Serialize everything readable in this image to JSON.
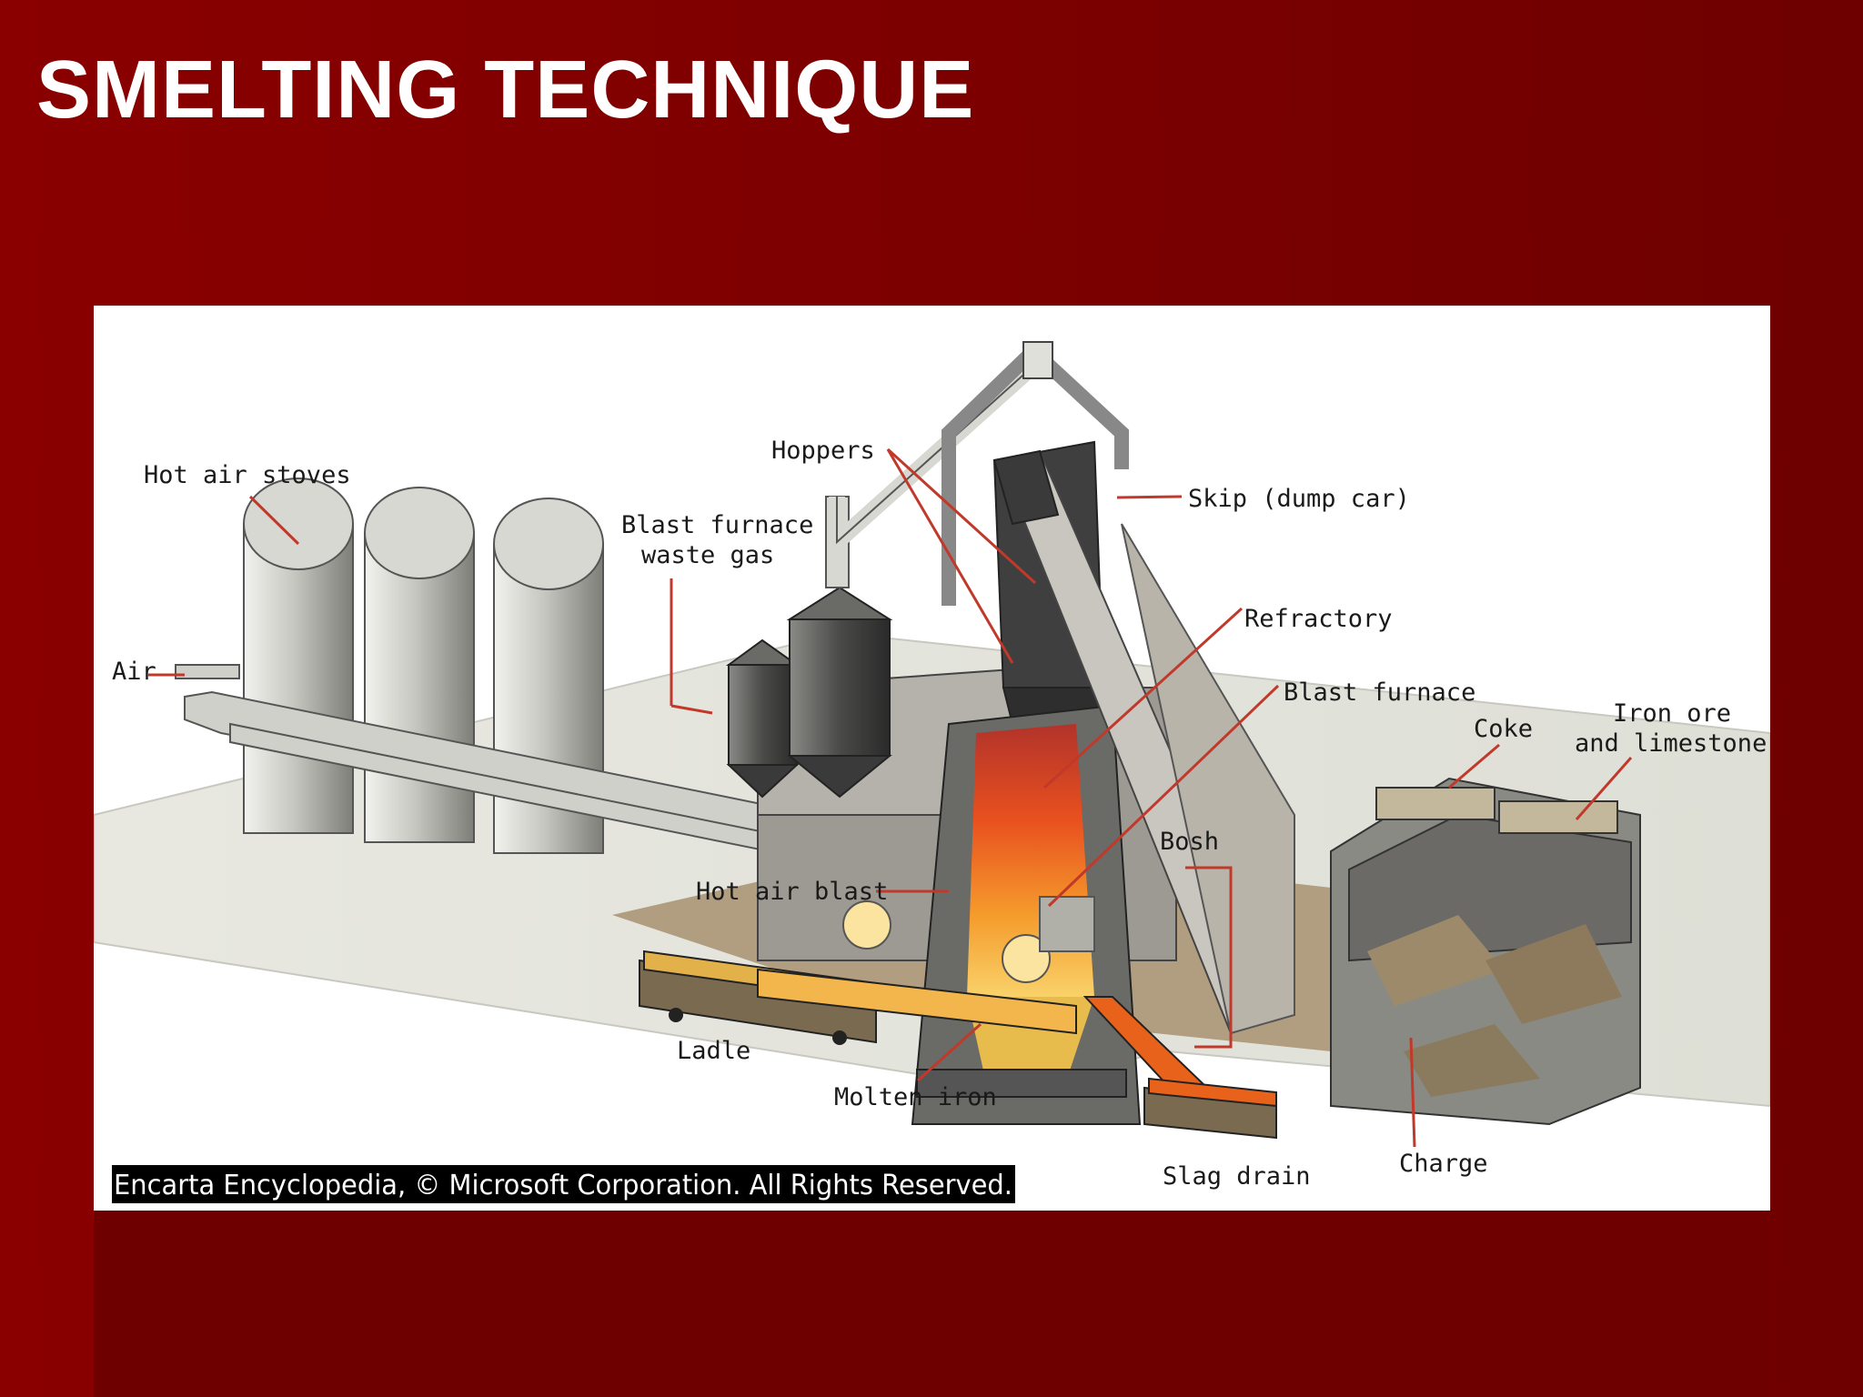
{
  "slide": {
    "title": "SMELTING TECHNIQUE"
  },
  "diagram": {
    "labels": {
      "hot_air_stoves": "Hot air stoves",
      "air": "Air",
      "waste_gas_1": "Blast furnace",
      "waste_gas_2": "waste gas",
      "hoppers": "Hoppers",
      "skip": "Skip (dump car)",
      "refractory": "Refractory",
      "blast_furnace": "Blast furnace",
      "coke": "Coke",
      "iron_ore_1": "Iron ore",
      "iron_ore_2": "and limestone",
      "bosh": "Bosh",
      "hot_air_blast": "Hot air blast",
      "ladle": "Ladle",
      "molten_iron": "Molten iron",
      "slag_drain": "Slag drain",
      "charge": "Charge"
    },
    "copyright": "Encarta Encyclopedia, © Microsoft Corporation. All Rights Reserved."
  },
  "colors": {
    "background": "#7a0000",
    "title": "#ffffff",
    "leader_lines": "#c0392b",
    "molten": "#f57c20"
  }
}
